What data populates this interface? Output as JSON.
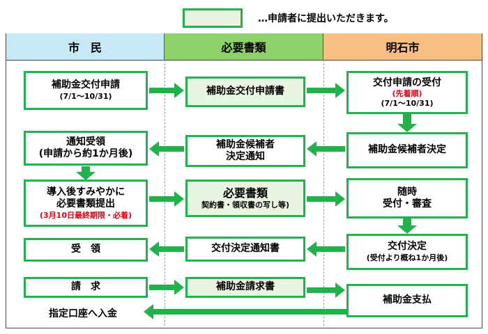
{
  "legend": {
    "text": "…申請者に提出いただきます。",
    "swatch_color": "#e9f5e1"
  },
  "columns": [
    {
      "label": "市　民",
      "color": "#c7e8f7"
    },
    {
      "label": "必要書類",
      "color": "#8ed16a"
    },
    {
      "label": "明石市",
      "color": "#f8be82"
    }
  ],
  "citizen": {
    "apply": {
      "line1": "補助金交付申請",
      "line2": "(7/1～10/31)"
    },
    "notice": {
      "line1": "通知受領",
      "line2": "(申請から約1か月後)"
    },
    "submit": {
      "line1": "導入後すみやかに",
      "line2": "必要書類提出",
      "line3": "(3月10日最終期限・必着)"
    },
    "receive": {
      "label": "受　領"
    },
    "claim": {
      "label": "請　求"
    },
    "deposit": {
      "label": "指定口座へ入金"
    }
  },
  "documents": {
    "application": {
      "label": "補助金交付申請書"
    },
    "candidate_notice": {
      "line1": "補助金候補者",
      "line2": "決定通知"
    },
    "required": {
      "line1": "必要書類",
      "line2": "契約書・領収書の写し等)"
    },
    "grant_notice": {
      "label": "交付決定通知書"
    },
    "claim_form": {
      "label": "補助金請求書"
    }
  },
  "city": {
    "accept": {
      "line1": "交付申請の受付",
      "line2": "(先着順)",
      "line3": "(7/1～10/31)"
    },
    "candidate": {
      "label": "補助金候補者決定"
    },
    "review": {
      "line1": "随時",
      "line2": "受付・審査"
    },
    "grant": {
      "line1": "交付決定",
      "line2": "(受付より概ね1か月後)"
    },
    "payment": {
      "label": "補助金支払"
    }
  },
  "colors": {
    "border_green": "#22b24c",
    "arrow_green": "#22b24c",
    "note_red": "#e60012"
  }
}
